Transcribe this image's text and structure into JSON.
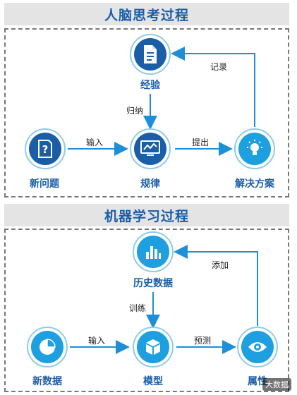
{
  "human": {
    "title": "人脑思考过程",
    "nodes": {
      "experience": "经验",
      "new_problem": "新问题",
      "rule": "规律",
      "solution": "解决方案"
    },
    "edges": {
      "induce": "归纳",
      "input": "输入",
      "propose": "提出",
      "record": "记录"
    }
  },
  "machine": {
    "title": "机器学习过程",
    "nodes": {
      "history": "历史数据",
      "new_data": "新数据",
      "model": "模型",
      "attribute": "属性"
    },
    "edges": {
      "train": "训练",
      "input": "输入",
      "predict": "预测",
      "add": "添加"
    }
  },
  "watermark": "大数据",
  "colors": {
    "dark_blue": "#1a5ea8",
    "light_blue": "#1e9fe0",
    "ring": "#8fcbe9"
  }
}
